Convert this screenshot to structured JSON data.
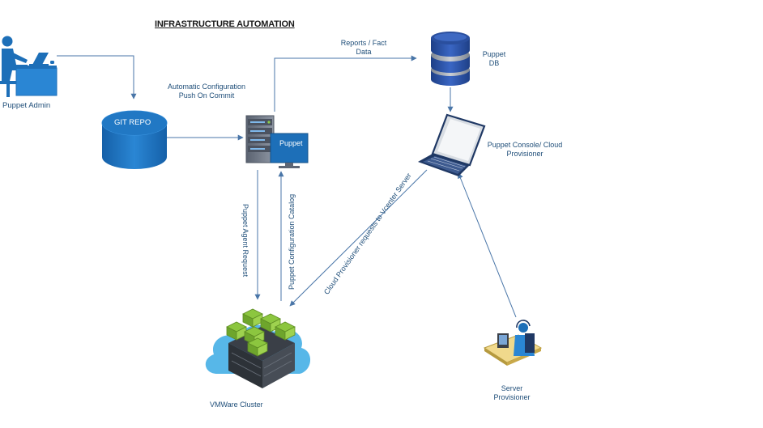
{
  "title": "INFRASTRUCTURE AUTOMATION",
  "nodes": {
    "puppet_admin": "Puppet Admin",
    "git_repo": "GIT REPO",
    "puppet_server": "Puppet",
    "puppet_db_line1": "Puppet",
    "puppet_db_line2": "DB",
    "puppet_console_line1": "Puppet Console/ Cloud",
    "puppet_console_line2": "Provisioner",
    "vmware_cluster": "VMWare Cluster",
    "server_provisioner_line1": "Server",
    "server_provisioner_line2": "Provisioner"
  },
  "edges": {
    "auto_config_line1": "Automatic Configuration",
    "auto_config_line2": "Push On Commit",
    "reports_line1": "Reports / Fact",
    "reports_line2": "Data",
    "agent_request": "Puppet Agent Request",
    "config_catalog": "Puppet Configuration Catalog",
    "cloud_requests": "Cloud Provisioner requests to Vcenter Server"
  },
  "colors": {
    "arrow": "#4a76a8",
    "label": "#1f4e79",
    "node_blue": "#1d6fb8"
  }
}
